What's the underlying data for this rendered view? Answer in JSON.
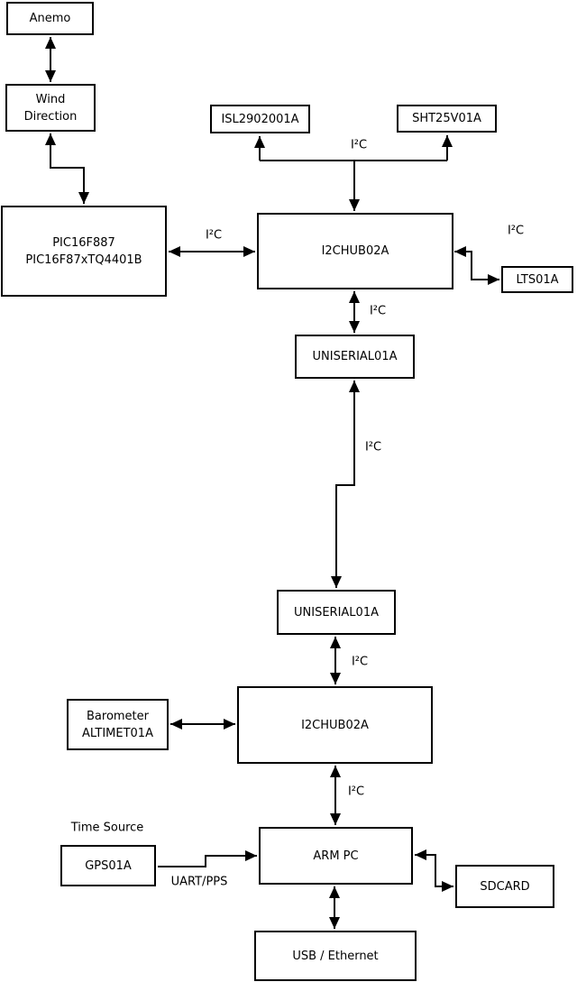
{
  "colors": {
    "line": "#000000",
    "box_border": "#000000",
    "box_fill": "#ffffff",
    "background": "#ffffff",
    "text": "#000000"
  },
  "nodes": {
    "anemo": {
      "label": "Anemo"
    },
    "wind_direction": {
      "line1": "Wind",
      "line2": "Direction"
    },
    "pic": {
      "line1": "PIC16F887",
      "line2": "PIC16F87xTQ4401B"
    },
    "isl": {
      "label": "ISL2902001A"
    },
    "sht": {
      "label": "SHT25V01A"
    },
    "i2c_hub_top": {
      "label": "I2CHUB02A"
    },
    "lts": {
      "label": "LTS01A"
    },
    "uniserial_top": {
      "label": "UNISERIAL01A"
    },
    "uniserial_bottom": {
      "label": "UNISERIAL01A"
    },
    "barometer": {
      "line1": "Barometer",
      "line2": "ALTIMET01A"
    },
    "i2c_hub_bottom": {
      "label": "I2CHUB02A"
    },
    "gps": {
      "label": "GPS01A"
    },
    "arm_pc": {
      "label": "ARM PC"
    },
    "sdcard": {
      "label": "SDCARD"
    },
    "usb_ethernet": {
      "label": "USB / Ethernet"
    }
  },
  "edge_labels": {
    "i2c_sensor_branch": "I²C",
    "i2c_pic_hub": "I²C",
    "i2c_hub_lts": "I²C",
    "i2c_hub_uniserial": "I²C",
    "i2c_uniserial_link": "I²C",
    "i2c_uniserial_hub2": "I²C",
    "i2c_hub2_armpc": "I²C",
    "time_source": "Time Source",
    "uart_pps": "UART/PPS"
  }
}
